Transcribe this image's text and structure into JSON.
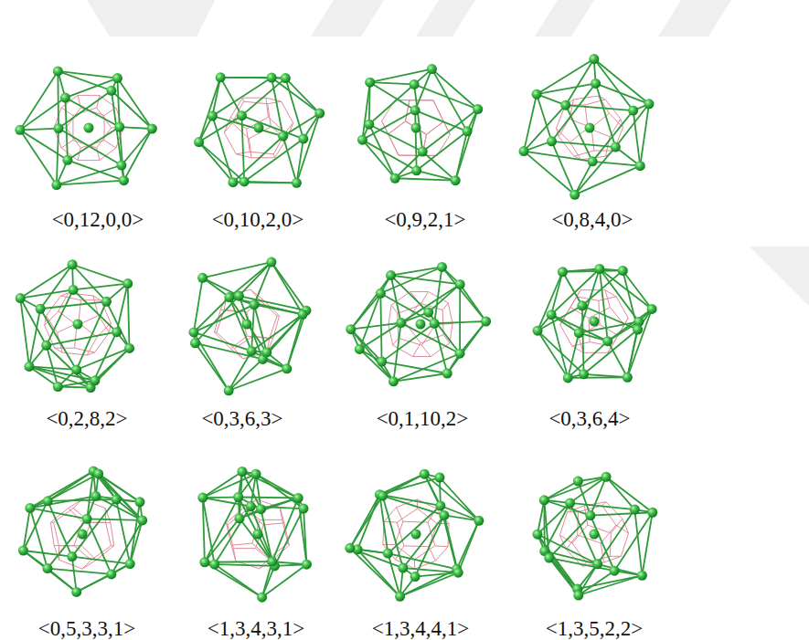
{
  "diagram": {
    "labels": [
      "<0,12,0,0>",
      "<0,10,2,0>",
      "<0,9,2,1>",
      "<0,8,4,0>",
      "<0,2,8,2>",
      "<0,3,6,3>",
      "<0,1,10,2>",
      "<0,3,6,4>",
      "<0,5,3,3,1>",
      "<1,3,4,3,1>",
      "<1,3,4,4,1>",
      "<1,3,5,2,2>"
    ]
  }
}
